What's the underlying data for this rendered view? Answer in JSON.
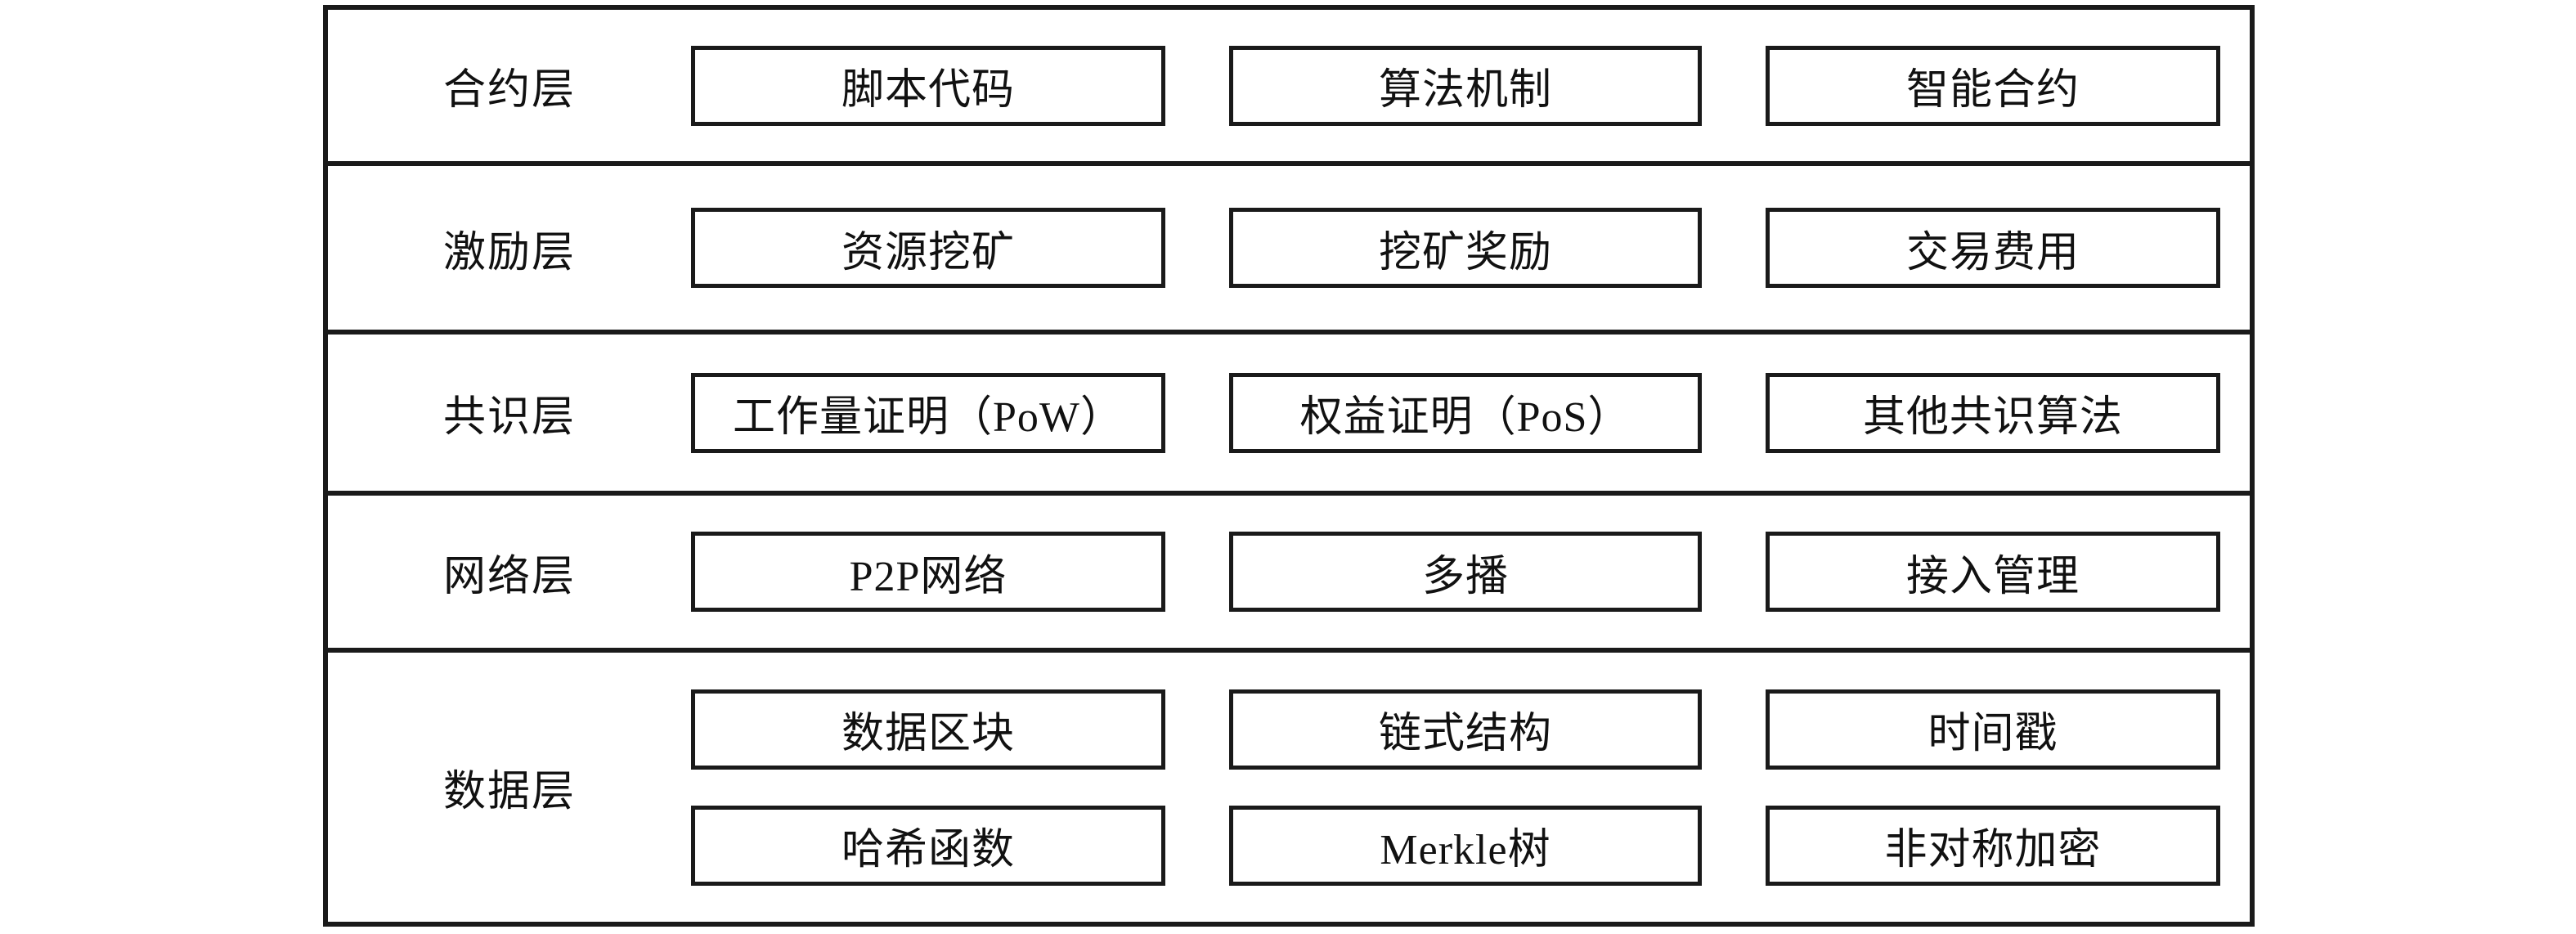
{
  "diagram": {
    "name": "blockchain-layered-architecture",
    "colors": {
      "border": "#1a1a1a",
      "background": "#ffffff"
    },
    "layers": [
      {
        "label": "合约层",
        "items": [
          "脚本代码",
          "算法机制",
          "智能合约"
        ]
      },
      {
        "label": "激励层",
        "items": [
          "资源挖矿",
          "挖矿奖励",
          "交易费用"
        ]
      },
      {
        "label": "共识层",
        "items": [
          "工作量证明（PoW）",
          "权益证明（PoS）",
          "其他共识算法"
        ]
      },
      {
        "label": "网络层",
        "items": [
          "P2P网络",
          "多播",
          "接入管理"
        ]
      },
      {
        "label": "数据层",
        "rows": [
          [
            "数据区块",
            "链式结构",
            "时间戳"
          ],
          [
            "哈希函数",
            "Merkle树",
            "非对称加密"
          ]
        ]
      }
    ]
  }
}
